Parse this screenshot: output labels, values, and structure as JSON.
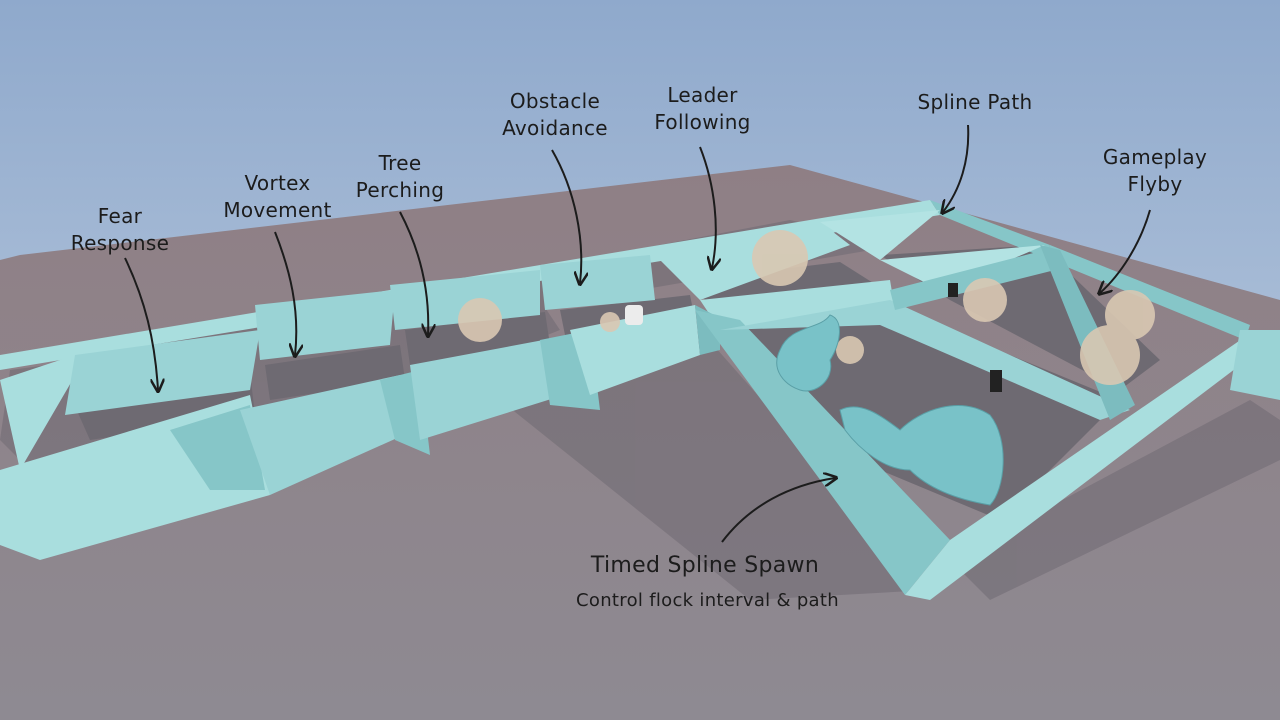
{
  "labels": {
    "fear_response": "Fear\nResponse",
    "vortex_movement": "Vortex\nMovement",
    "tree_perching": "Tree\nPerching",
    "obstacle_avoidance": "Obstacle\nAvoidance",
    "leader_following": "Leader\nFollowing",
    "spline_path": "Spline Path",
    "gameplay_flyby": "Gameplay\nFlyby",
    "timed_spline_spawn": "Timed Spline Spawn",
    "timed_spline_spawn_desc": "Control flock interval & path"
  },
  "colors": {
    "sky_top": "#8fa9cc",
    "sky_bottom": "#c6d3e3",
    "ground": "#8c8790",
    "ground_far": "#8f7f85",
    "wall_light": "#a9dede",
    "wall_mid": "#86c6c8",
    "wall_dark": "#5fa1a6",
    "annotation": "#1c1c1c"
  }
}
